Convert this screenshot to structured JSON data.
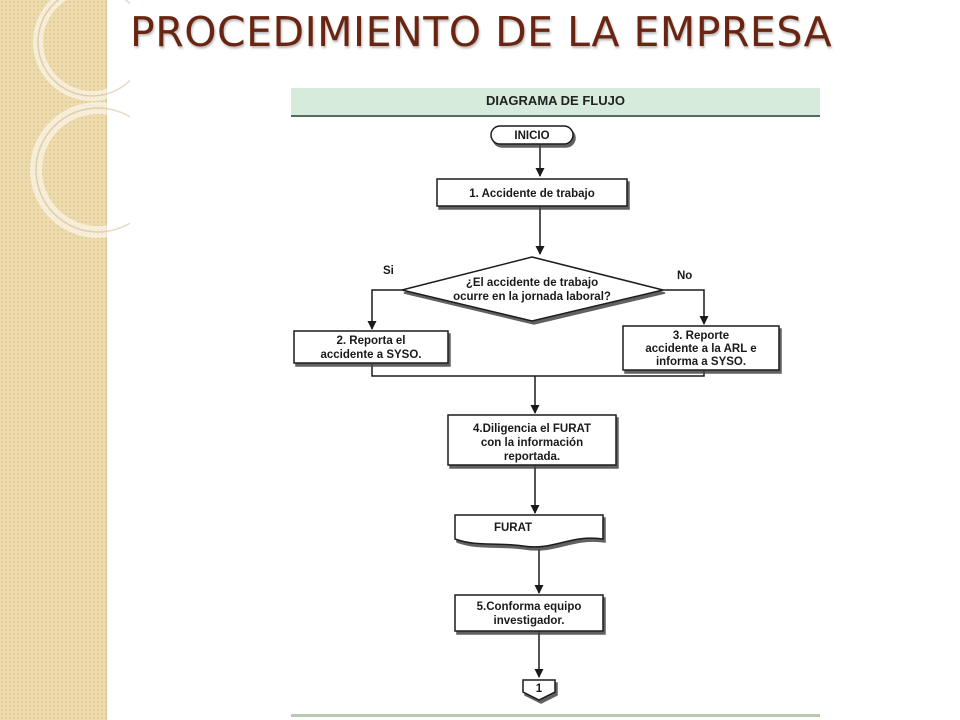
{
  "slide": {
    "title": "PROCEDIMIENTO DE LA EMPRESA"
  },
  "diagram": {
    "header": "DIAGRAMA DE FLUJO",
    "start": "INICIO",
    "step1": "1. Accidente de trabajo",
    "decision": {
      "line1": "¿El accidente de trabajo",
      "line2": "ocurre en la jornada laboral?",
      "yes_label": "Si",
      "no_label": "No"
    },
    "step2": {
      "line1": "2. Reporta el",
      "line2": "accidente a SYSO."
    },
    "step3": {
      "line1": "3. Reporte",
      "line2": "accidente a la ARL e",
      "line3": "informa a SYSO."
    },
    "step4": {
      "line1": "4.Diligencia el FURAT",
      "line2": "con la información",
      "line3": "reportada."
    },
    "document": "FURAT",
    "step5": {
      "line1": "5.Conforma equipo",
      "line2": "investigador."
    },
    "connector": "1"
  },
  "colors": {
    "title": "#6a2512",
    "header_bg": "#d7ebdc",
    "side_band": "#efdcae"
  }
}
